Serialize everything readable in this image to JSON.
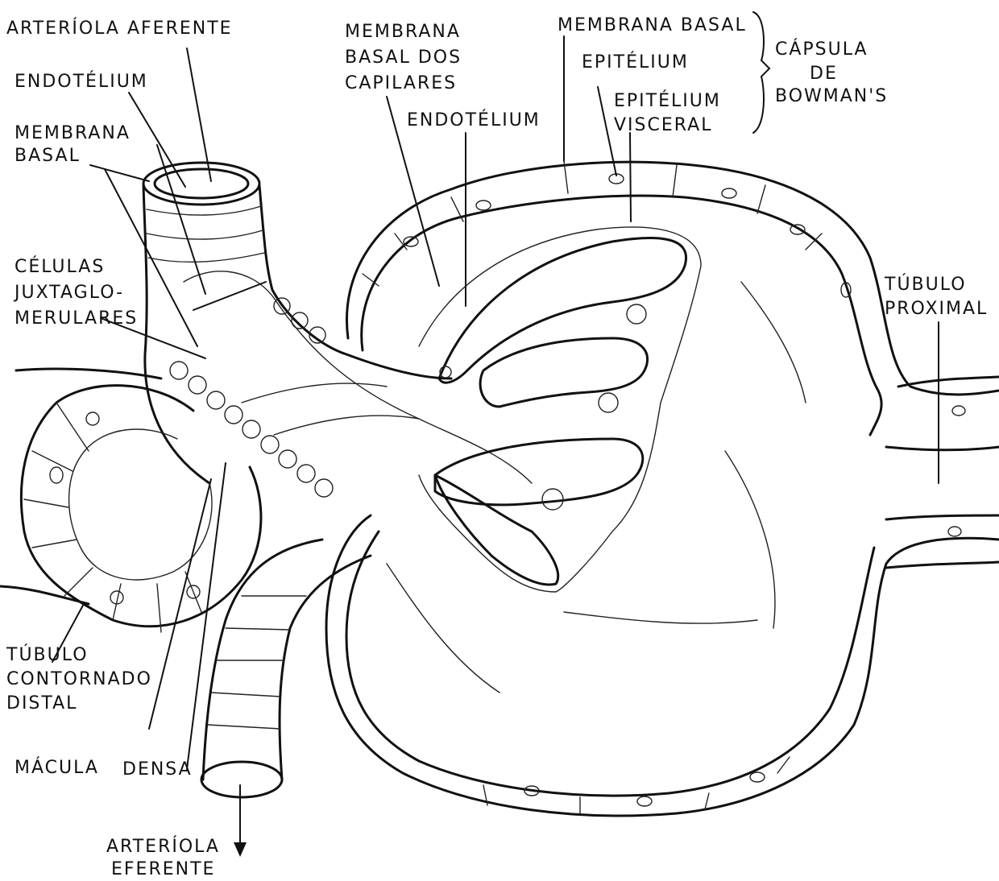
{
  "labels": {
    "arteriola_aferente": "ARTERÍOLA AFERENTE",
    "endotelium_left": "ENDOTÉLIUM",
    "membrana_basal_left_1": "MEMBRANA",
    "membrana_basal_left_2": "BASAL",
    "celulas_1": "CÉLULAS",
    "celulas_2": "JUXTAGLO-",
    "celulas_3": "MERULARES",
    "membrana_capilares_1": "MEMBRANA",
    "membrana_capilares_2": "BASAL DOS",
    "membrana_capilares_3": "CAPILARES",
    "endotelium_center": "ENDOTÉLIUM",
    "membrana_basal_top": "MEMBRANA BASAL",
    "epitelium": "EPITÉLIUM",
    "epitelium_visceral_1": "EPITÉLIUM",
    "epitelium_visceral_2": "VISCERAL",
    "capsula_1": "CÁPSULA",
    "capsula_2": "DE",
    "capsula_3": "BOWMAN'S",
    "tubulo_proximal_1": "TÚBULO",
    "tubulo_proximal_2": "PROXIMAL",
    "tubulo_distal_1": "TÚBULO",
    "tubulo_distal_2": "CONTORNADO",
    "tubulo_distal_3": "DISTAL",
    "macula": "MÁCULA",
    "densa": "DENSA",
    "arteriola_eferente_1": "ARTERÍOLA",
    "arteriola_eferente_2": "EFERENTE"
  },
  "colors": {
    "ink": "#111111",
    "background": "#ffffff"
  }
}
